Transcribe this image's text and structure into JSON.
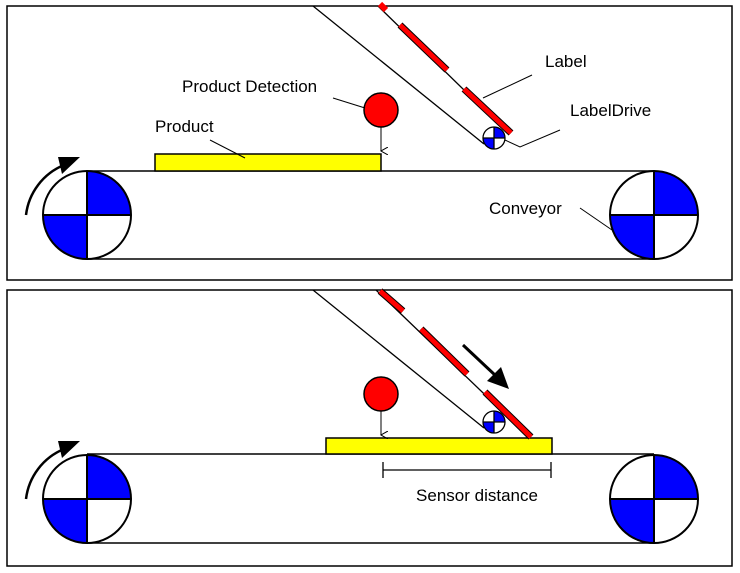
{
  "colors": {
    "roller": "#0000ff",
    "label": "#ff0000",
    "product": "#ffff00",
    "sensor": "#ff0000"
  },
  "top_panel": {
    "labels": {
      "label": "Label",
      "label_drive": "LabelDrive",
      "product_detection": "Product Detection",
      "product": "Product",
      "conveyor": "Conveyor"
    }
  },
  "bottom_panel": {
    "labels": {
      "sensor_distance": "Sensor distance"
    }
  }
}
